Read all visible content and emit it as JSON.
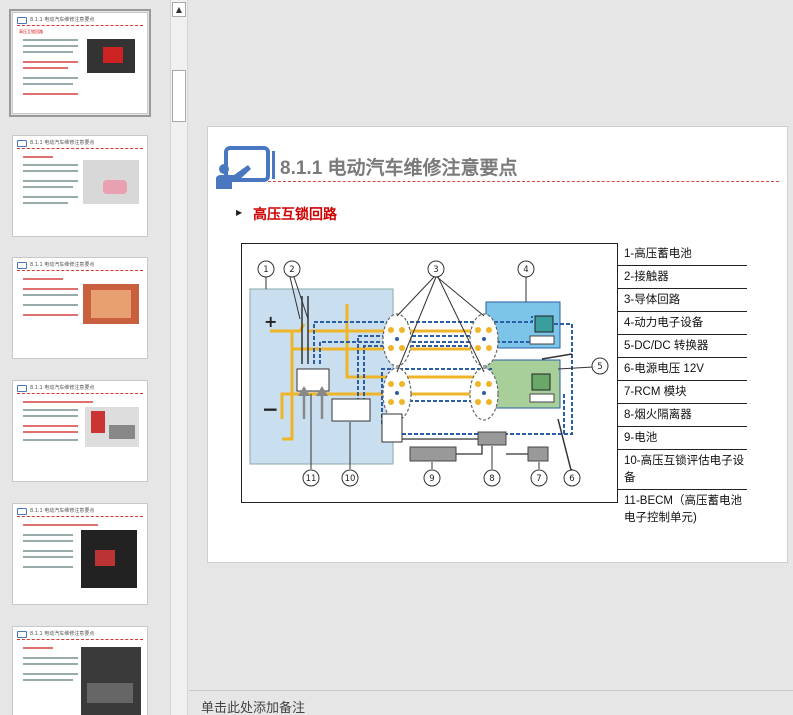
{
  "slide": {
    "title": "8.1.1 电动汽车维修注意要点",
    "bullet": "高压互锁回路",
    "legend": [
      "1-高压蓄电池",
      "2-接触器",
      "3-导体回路",
      "4-动力电子设备",
      "5-DC/DC  转换器",
      "6-电源电压  12V",
      "7-RCM 模块",
      "8-烟火隔离器",
      "9-电池",
      "10-高压互锁评估电子设备",
      "11-BECM（高压蓄电池电子控制单元)"
    ],
    "diagram_callouts": [
      "1",
      "2",
      "3",
      "4",
      "5",
      "6",
      "7",
      "8",
      "9",
      "10",
      "11"
    ],
    "diagram_signs": {
      "plus": "+",
      "minus": "−"
    }
  },
  "thumbnails": [
    {
      "title": "8.1.1 电动汽车维修注意要点",
      "heading": "高压互锁回路"
    },
    {
      "title": "8.1.1 电动汽车维修注意要点",
      "heading": ""
    },
    {
      "title": "8.1.1 电动汽车维修注意要点",
      "heading": ""
    },
    {
      "title": "8.1.1 电动汽车维修注意要点",
      "heading": ""
    },
    {
      "title": "8.1.1 电动汽车维修注意要点",
      "heading": ""
    },
    {
      "title": "8.1.1 电动汽车维修注意要点",
      "heading": ""
    }
  ],
  "notes": {
    "placeholder": "单击此处添加备注"
  },
  "scrollbar": {
    "up_arrow": "▲"
  },
  "colors": {
    "accent": "#4a78c0",
    "title_red": "#d00000",
    "rule_red": "#d44444",
    "wire_orange": "#f0b428",
    "wire_blue": "#2a5fa8"
  }
}
